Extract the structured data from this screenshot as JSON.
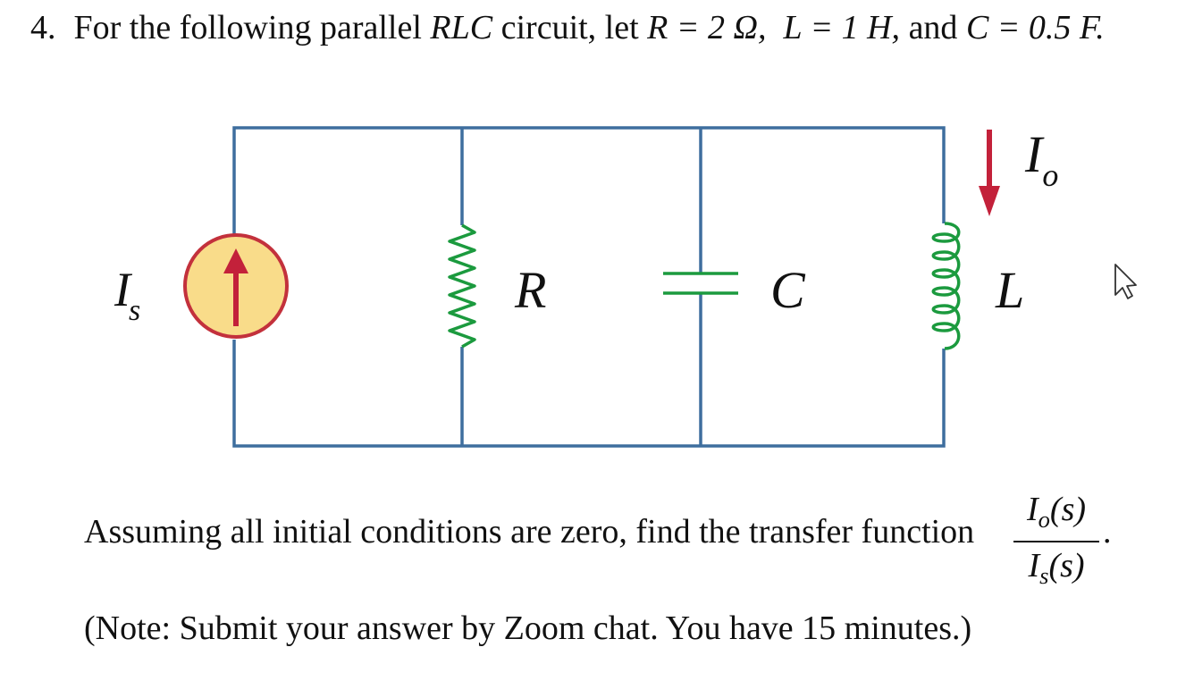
{
  "problem": {
    "number": "4.",
    "text_prefix": "For the following parallel ",
    "circuit_name": "RLC",
    "text_suffix": " circuit, let ",
    "r_value": "R = 2 Ω,",
    "l_value": "L = 1 H,",
    "and_word": "and",
    "c_value": "C = 0.5 F."
  },
  "circuit": {
    "source_label": "I",
    "source_sub": "s",
    "resistor_label": "R",
    "capacitor_label": "C",
    "inductor_label": "L",
    "output_label": "I",
    "output_sub": "o",
    "colors": {
      "wire": "#3e6e9e",
      "source_fill": "#f9dc8a",
      "source_stroke": "#c3313c",
      "arrow": "#c3213a",
      "element": "#1b9a3e"
    }
  },
  "question": {
    "text": "Assuming all initial conditions are zero, find the transfer function",
    "numerator_main": "I",
    "numerator_sub": "o",
    "numerator_arg": "(s)",
    "denominator_main": "I",
    "denominator_sub": "s",
    "denominator_arg": "(s)",
    "period": "."
  },
  "note": {
    "text": "(Note: Submit your answer by Zoom chat. You have 15 minutes.)"
  }
}
